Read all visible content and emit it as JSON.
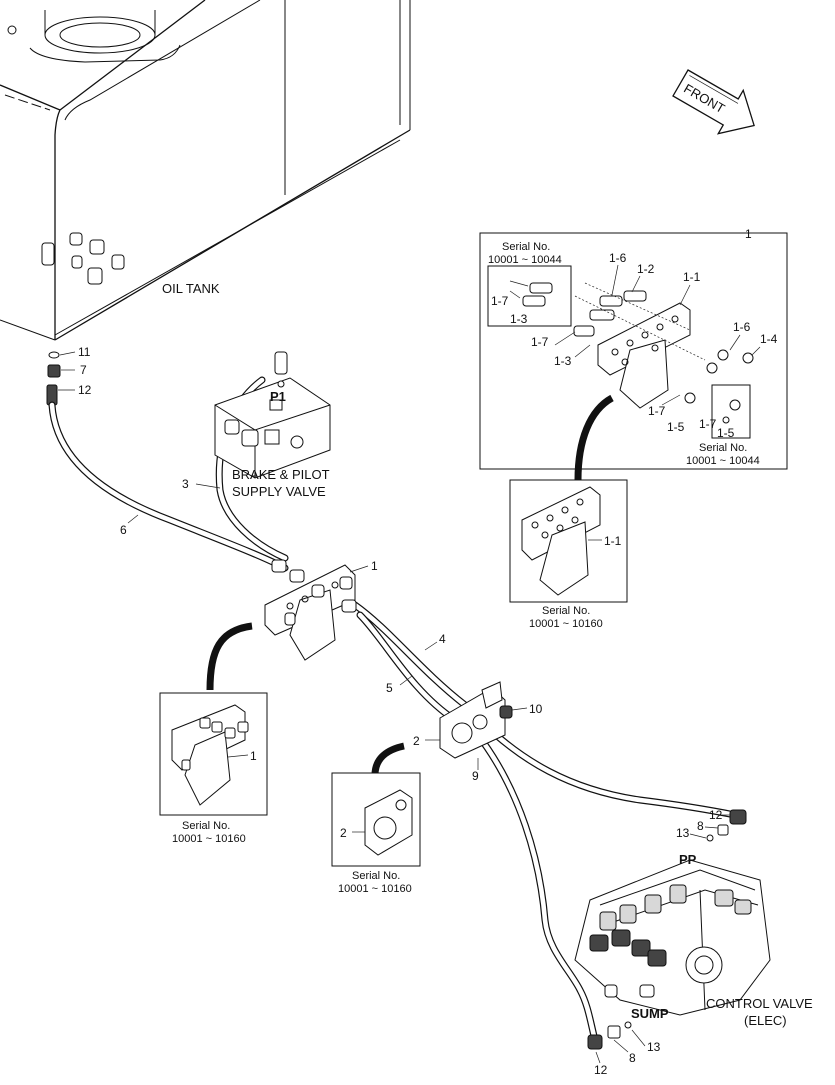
{
  "direction": {
    "front": "FRONT"
  },
  "components": {
    "oil_tank": "OIL TANK",
    "brake_valve_line1": "BRAKE & PILOT",
    "brake_valve_line2": "SUPPLY VALVE",
    "control_valve_line1": "CONTROL VALVE",
    "control_valve_line2": "(ELEC)",
    "port_p1": "P1",
    "port_pp": "PP",
    "port_sump": "SUMP"
  },
  "detail_main": {
    "ref": "1",
    "serial_left_line1": "Serial No.",
    "serial_left_line2": "10001 ~ 10044",
    "serial_right_line1": "Serial No.",
    "serial_right_line2": "10001 ~ 10044",
    "labels": [
      "1-6",
      "1-2",
      "1-1",
      "1-7",
      "1-3",
      "1-7",
      "1-3",
      "1-6",
      "1-4",
      "1-7",
      "1-5",
      "1-7",
      "1-5"
    ]
  },
  "detail_bracket_right": {
    "ref": "1-1",
    "serial_line1": "Serial No.",
    "serial_line2": "10001 ~ 10160"
  },
  "detail_bracket_left": {
    "ref": "1",
    "serial_line1": "Serial No.",
    "serial_line2": "10001 ~ 10160"
  },
  "detail_plate": {
    "ref": "2",
    "serial_line1": "Serial No.",
    "serial_line2": "10001 ~ 10160"
  },
  "callouts": {
    "c11": "11",
    "c7": "7",
    "c12a": "12",
    "c3": "3",
    "c6": "6",
    "c1": "1",
    "c4": "4",
    "c5": "5",
    "c10": "10",
    "c2": "2",
    "c9": "9",
    "c13a": "13",
    "c8a": "8",
    "c12b": "12",
    "c13b": "13",
    "c8b": "8",
    "c12c": "12"
  }
}
